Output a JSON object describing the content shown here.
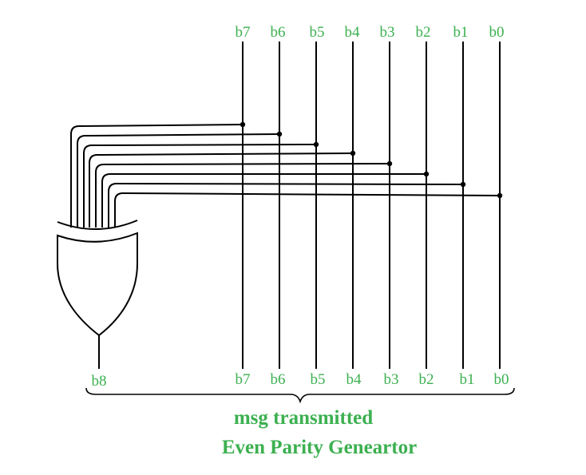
{
  "colors": {
    "label": "#3cb050",
    "wire": "#000000"
  },
  "top_bits": [
    "b7",
    "b6",
    "b5",
    "b4",
    "b3",
    "b2",
    "b1",
    "b0"
  ],
  "bottom_bits": [
    "b7",
    "b6",
    "b5",
    "b4",
    "b3",
    "b2",
    "b1",
    "b0"
  ],
  "parity_bit": "b8",
  "caption": {
    "line1": "msg transmitted",
    "line2": "Even Parity Geneartor"
  }
}
